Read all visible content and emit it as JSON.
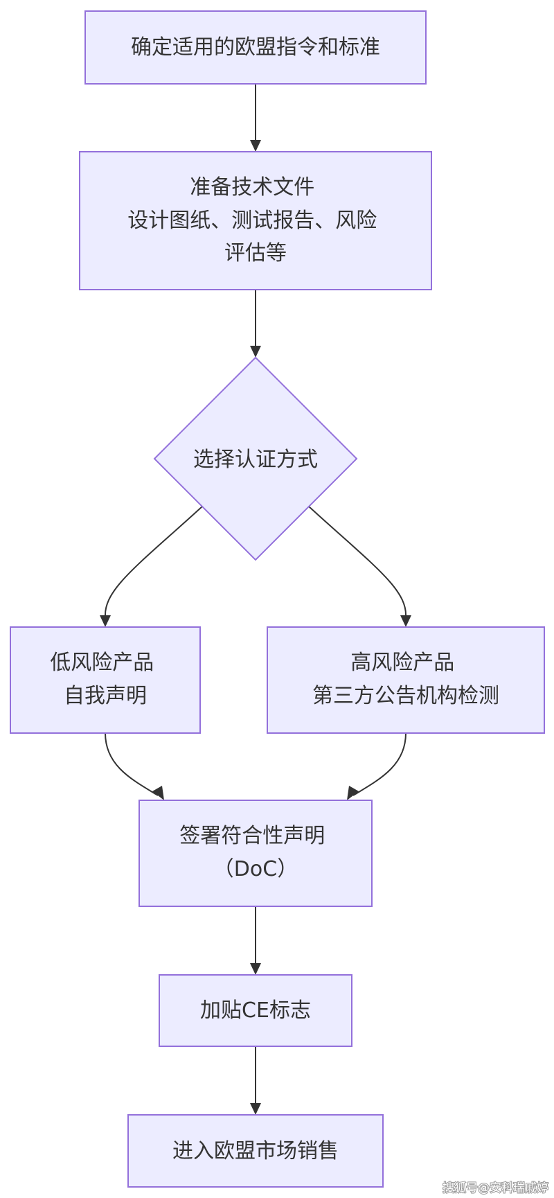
{
  "nodes": {
    "determine": {
      "lines": [
        "确定适用的欧盟指令和标准"
      ]
    },
    "prepare": {
      "lines": [
        "准备技术文件",
        "设计图纸、测试报告、风险",
        "评估等"
      ]
    },
    "choose": {
      "lines": [
        "选择认证方式"
      ]
    },
    "low_risk": {
      "lines": [
        "低风险产品",
        "自我声明"
      ]
    },
    "high_risk": {
      "lines": [
        "高风险产品",
        "第三方公告机构检测"
      ]
    },
    "doc": {
      "lines": [
        "签署符合性声明",
        "（DoC）"
      ]
    },
    "ce_mark": {
      "lines": [
        "加贴CE标志"
      ]
    },
    "market": {
      "lines": [
        "进入欧盟市场销售"
      ]
    }
  },
  "watermark": "搜狐号@安科瑞戚婷",
  "colors": {
    "node_fill": "#ECECFF",
    "node_stroke": "#9370DB",
    "edge": "#333333",
    "text": "#333333"
  }
}
